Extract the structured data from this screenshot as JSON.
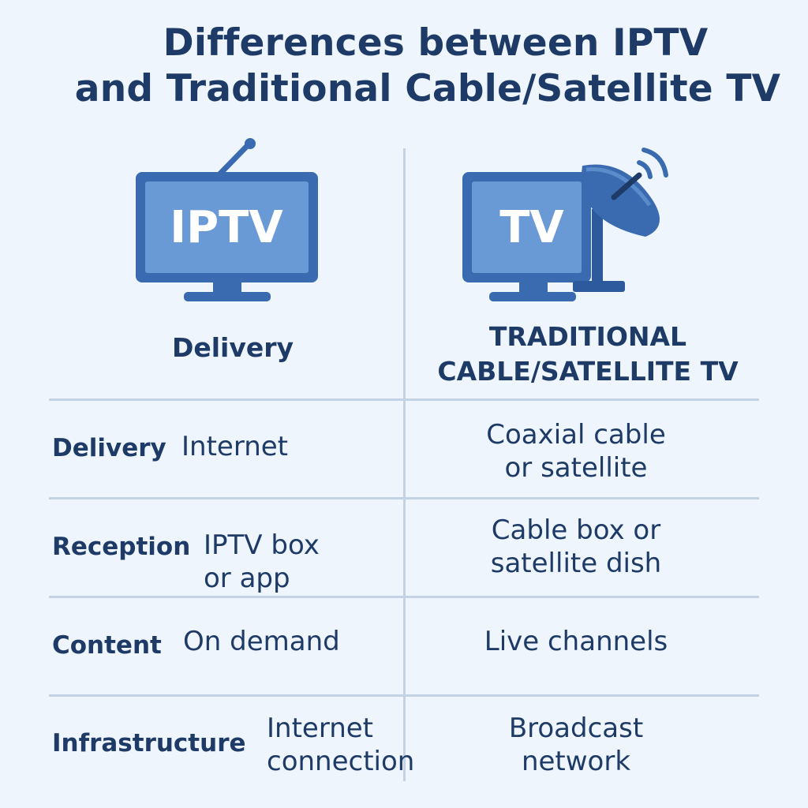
{
  "title": {
    "line1": "Differences between IPTV",
    "line2": "and Traditional Cable/Satellite TV"
  },
  "icons": {
    "left_screen_text": "IPTV",
    "right_screen_text": "TV"
  },
  "columns": {
    "left_header": "Delivery",
    "right_header_line1": "TRADITIONAL",
    "right_header_line2": "CABLE/SATELLITE TV"
  },
  "rows": [
    {
      "label": "Delivery",
      "left": [
        "Internet"
      ],
      "right": [
        "Coaxial cable",
        "or satellite"
      ]
    },
    {
      "label": "Reception",
      "left": [
        "IPTV box",
        "or app"
      ],
      "right": [
        "Cable box or",
        "satellite dish"
      ]
    },
    {
      "label": "Content",
      "left": [
        "On demand"
      ],
      "right": [
        "Live channels"
      ]
    },
    {
      "label": "Infrastructure",
      "left": [
        "Internet",
        "connection"
      ],
      "right": [
        "Broadcast",
        "network"
      ]
    }
  ],
  "colors": {
    "background": "#eef5fc",
    "text": "#1e3a66",
    "tv_frame": "#3a6bb0",
    "tv_screen": "#6a9ad6",
    "divider": "#c4d3e4"
  }
}
